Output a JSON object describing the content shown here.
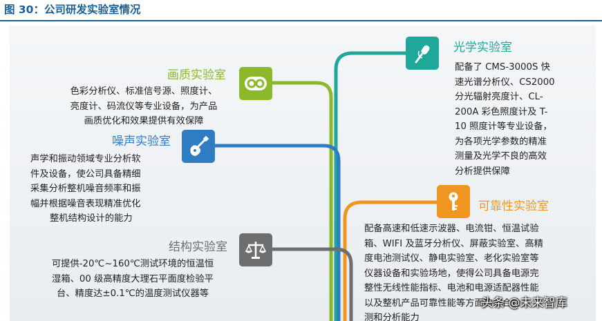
{
  "figure_title": "图 30：公司研发实验室情况",
  "corner_mark": "-",
  "labs": {
    "picture_quality": {
      "name": "画质实验室",
      "icon": "infinity-icon",
      "color": "#8cb82b",
      "lines": [
        "色彩分析仪、标准信号源、照度计、",
        "亮度计、码流仪等专业设备，为产品",
        "画质优化和效果提供有效保障"
      ]
    },
    "noise": {
      "name": "噪声实验室",
      "icon": "guitar-icon",
      "color": "#2f7cc2",
      "lines": [
        "声学和振动领域专业分析软",
        "件及设备，使公司具备精细",
        "采集分析整机噪音频率和振",
        "幅并根据噪音表现精准优化",
        "整机结构设计的能力"
      ]
    },
    "structure": {
      "name": "结构实验室",
      "icon": "balance-scale-icon",
      "color": "#6d6e70",
      "lines": [
        "可提供-20℃~160℃测试环境的恒温恒",
        "湿箱、00 级高精度大理石平面度检验平",
        "台、精度达±0.1℃的温度测试仪器等"
      ]
    },
    "optical": {
      "name": "光学实验室",
      "icon": "microphone-icon",
      "color": "#1fa79a",
      "lines": [
        "配备了 CMS-3000S 快",
        "速光谱分析仪、CS2000",
        "分光辐射亮度计、CL-",
        "200A 彩色照度计及 T-",
        "10 照度计等专业设备，",
        "为各项光学参数的精准",
        "测量及光学不良的高效",
        "分析提供保障"
      ]
    },
    "reliability": {
      "name": "可靠性实验室",
      "icon": "key-icon",
      "color": "#f0951f",
      "lines": [
        "配备高速和低速示波器、电流钳、恒温试验",
        "箱、WIFI 及蓝牙分析仪、屏蔽实验室、高精",
        "度电池测试仪、静电实验室、老化实验室等",
        "仪器设备和实验场地，使得公司具备电源完",
        "整性无线性能指标、电池和电源适配器性能",
        "以及整机产品可靠性能等方面的综合检",
        "测和分析能力"
      ]
    }
  },
  "watermark": "头条 @未来智库"
}
